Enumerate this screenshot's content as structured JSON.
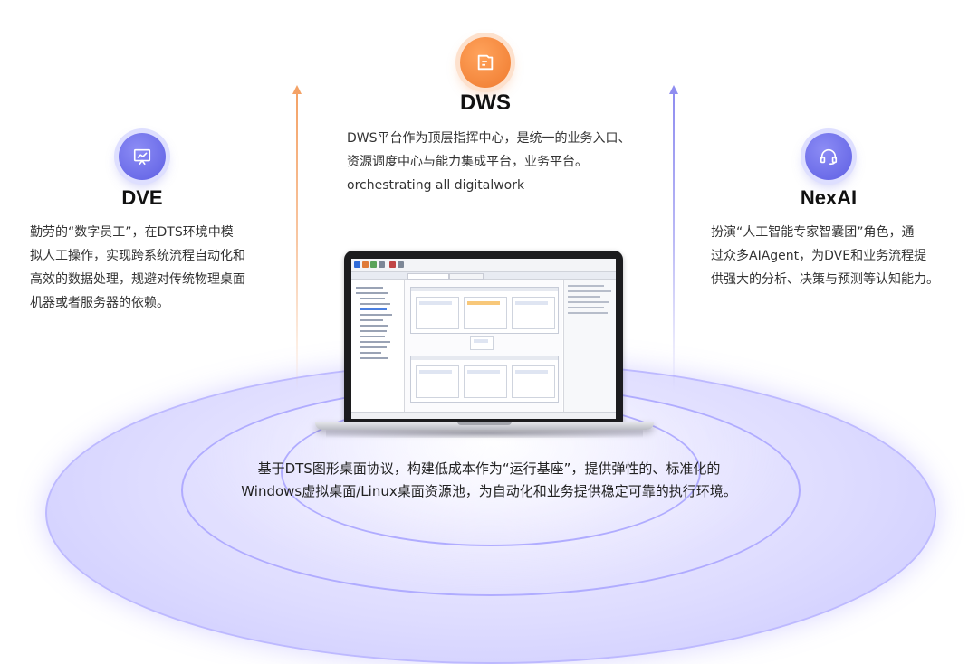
{
  "dws": {
    "title": "DWS",
    "lines": [
      "DWS平台作为顶层指挥中心，是统一的业务入口、",
      "资源调度中心与能力集成平台，业务平台。",
      "orchestrating all digitalwork"
    ],
    "icon": "document-folder-icon",
    "color": "#ef7a2e"
  },
  "dve": {
    "title": "DVE",
    "lines": [
      "勤劳的“数字员工”，在DTS环境中模",
      "拟人工操作，实现跨系统流程自动化和",
      "高效的数据处理，规避对传统物理桌面",
      "机器或者服务器的依赖。"
    ],
    "icon": "presentation-chart-icon",
    "color": "#5e5fe3"
  },
  "nexai": {
    "title": "NexAI",
    "lines": [
      "扮演“人工智能专家智囊团”角色，通",
      "过众多AIAgent，为DVE和业务流程提",
      "供强大的分析、决策与预测等认知能力。"
    ],
    "icon": "headset-icon",
    "color": "#5e5fe3"
  },
  "bottom": {
    "line1": "基于DTS图形桌面协议，构建低成本作为“运行基座”，提供弹性的、标准化的",
    "line2": "Windows虚拟桌面/Linux桌面资源池，为自动化和业务提供稳定可靠的执行环境。"
  }
}
